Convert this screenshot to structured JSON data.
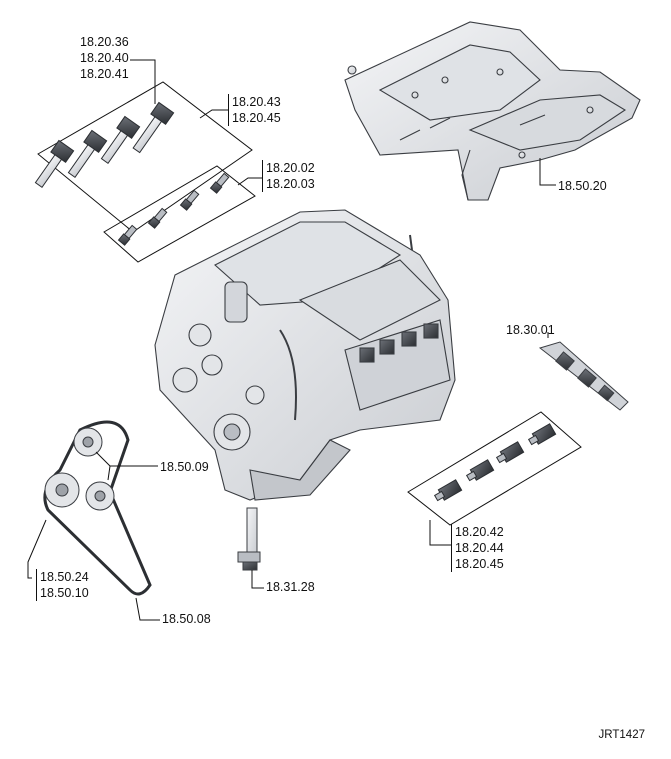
{
  "labels": {
    "coils_group": [
      "18.20.36",
      "18.20.40",
      "18.20.41"
    ],
    "coils_box": [
      "18.20.43",
      "18.20.45"
    ],
    "plugs_box": [
      "18.20.02",
      "18.20.03"
    ],
    "intake_manifold": "18.50.20",
    "injector_rail": "18.30.01",
    "belt_tensioner": "18.50.09",
    "idler_pulley": [
      "18.50.24",
      "18.50.10"
    ],
    "drive_belt": "18.50.08",
    "oil_level_sensor": "18.31.28",
    "rh_coils_box": [
      "18.20.42",
      "18.20.44",
      "18.20.45"
    ]
  },
  "figure_ref": "JRT1427",
  "colors": {
    "line": "#111111",
    "part_fill": "#e9ebee",
    "part_stroke": "#3a3d42"
  }
}
